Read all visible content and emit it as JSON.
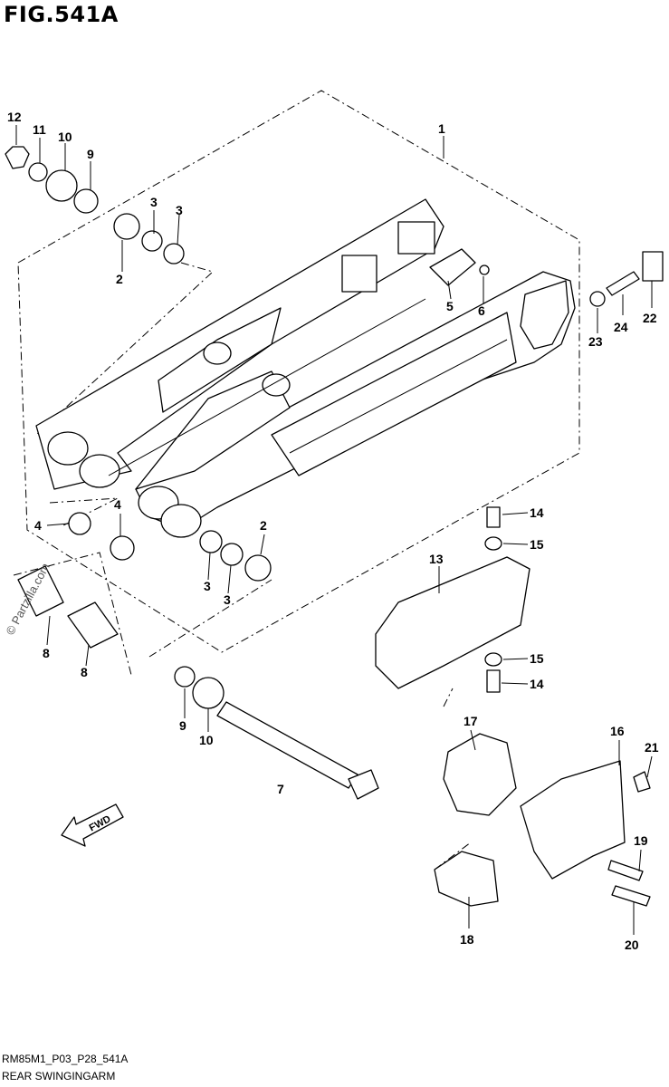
{
  "figure": {
    "title": "FIG.541A",
    "code": "RM85M1_P03_P28_541A",
    "caption": "REAR SWINGINGARM"
  },
  "watermark": "© Partzilla.com",
  "fwd_label": "FWD",
  "callouts": [
    "1",
    "2",
    "3",
    "3",
    "12",
    "11",
    "10",
    "9",
    "5",
    "6",
    "22",
    "24",
    "23",
    "4",
    "4",
    "2",
    "3",
    "3",
    "8",
    "8",
    "14",
    "15",
    "13",
    "15",
    "14",
    "9",
    "10",
    "7",
    "17",
    "16",
    "21",
    "19",
    "18",
    "20"
  ]
}
